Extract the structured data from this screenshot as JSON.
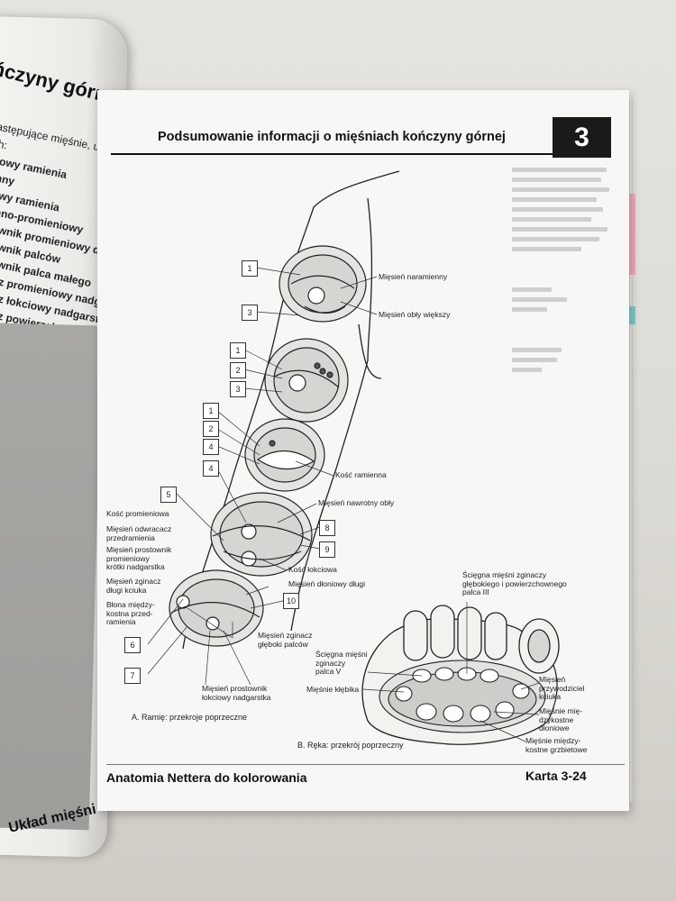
{
  "left_page": {
    "title": "ńczyny górnej",
    "lines": [
      {
        "text": "następujące mięśnie, używ",
        "bold": false
      },
      {
        "text": "ich:",
        "bold": false
      },
      {
        "text": "głowy ramienia",
        "bold": true
      },
      {
        "text": "enny",
        "bold": true
      },
      {
        "text": "lowy ramienia",
        "bold": true
      },
      {
        "text": "enno-promieniowy",
        "bold": true
      },
      {
        "text": "townik promieniowy długi n",
        "bold": true
      },
      {
        "text": "townik palców",
        "bold": true
      },
      {
        "text": "townik palca małego",
        "bold": true
      },
      {
        "text": "acz promieniowy nadgarstka",
        "bold": true
      },
      {
        "text": "acz łokciowy nadgarstka",
        "bold": true
      },
      {
        "text": "acz powierzchowny palców",
        "bold": true
      }
    ],
    "bottom": "Układ mięśni"
  },
  "header": {
    "title": "Podsumowanie informacji o mięśniach kończyny górnej",
    "chapter": "3"
  },
  "figure_a": {
    "caption": "A. Ramię: przekroje poprzeczne",
    "numbers": [
      "1",
      "3",
      "1",
      "2",
      "3",
      "1",
      "2",
      "4",
      "4",
      "5",
      "8",
      "9",
      "10",
      "6",
      "7"
    ],
    "labels": {
      "naramienny": "Mięsień naramienny",
      "obly_wiekszy": "Mięsień obły większy",
      "kosc_ramienna": "Kość ramienna",
      "nawrotny_obly": "Mięsień nawrotny obły",
      "kosc_promieniowa": "Kość promieniowa",
      "odwracacz": [
        "Mięsień odwracacz",
        "przedramienia"
      ],
      "prostownik_krotki": [
        "Mięsień prostownik",
        "promieniowy",
        "krótki nadgarstka"
      ],
      "zginacz_dlugi": [
        "Mięsień zginacz",
        "długi kciuka"
      ],
      "blona": [
        "Błona między-",
        "kostna przed-",
        "ramienia"
      ],
      "kosc_lokciowa": "Kość łokciowa",
      "dloniowy_dlugi": "Mięsień dłoniowy długi",
      "zginacz_gleboki": [
        "Mięsień zginacz",
        "głęboki palców"
      ],
      "prostownik_lokciowy": [
        "Mięsień prostownik",
        "łokciowy nadgarstka"
      ]
    }
  },
  "figure_b": {
    "caption": "B. Ręka: przekrój poprzeczny",
    "labels": {
      "sciegna": [
        "Ścięgna mięśni zginaczy",
        "głębokiego i powierzchownego",
        "palca III"
      ],
      "sciegna_v": [
        "Ścięgna mięśni",
        "zginaczy",
        "palca V"
      ],
      "klebika": "Mięśnie kłębika",
      "przywodziciel": [
        "Mięsień",
        "przywodziciel",
        "kciuka"
      ],
      "dloniowe": [
        "Mięśnie mię-",
        "dzykostne",
        "dłoniowe"
      ],
      "grzbietowe": [
        "Mięśnie między-",
        "kostne grzbietowe"
      ]
    }
  },
  "footer": {
    "left": "Anatomia Nettera do kolorowania",
    "right": "Karta 3-24"
  }
}
